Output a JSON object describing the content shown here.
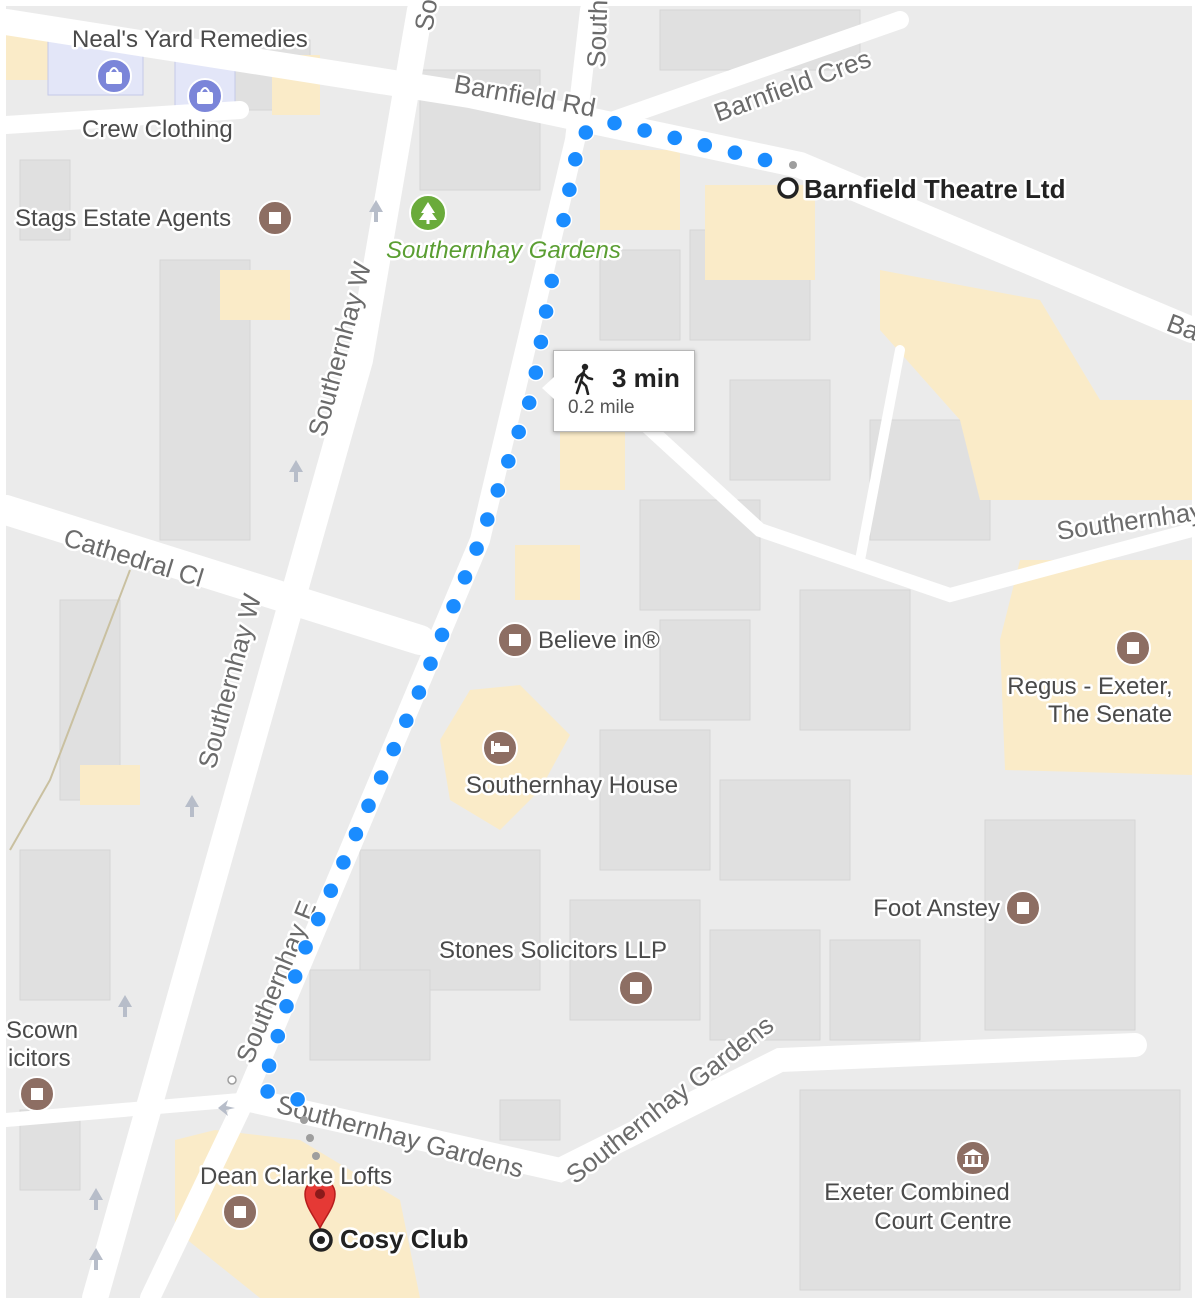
{
  "map": {
    "colors": {
      "background": "#ebebeb",
      "road": "#ffffff",
      "building": "#e0e0e0",
      "highlight_building": "#faebc8",
      "route": "#1a8cff",
      "poi_icon": "#8d6e63",
      "shopping_icon": "#7b85d9",
      "park_icon": "#6aab3b",
      "destination_pin": "#e53935"
    },
    "roads": {
      "barnfield_rd": "Barnfield Rd",
      "barnfield_cres": "Barnfield Cres",
      "southernhay_w_top": "Southernhay W",
      "southernhay_w_bottom": "Southernhay W",
      "cathedral_cl": "Cathedral Cl",
      "southernhay_e": "Southernhay E",
      "southernhay_gardens_road": "Southernhay Gardens",
      "southernhay_road_right": "Southernhay",
      "southernhay_gardens_diag": "Southernhay Gardens",
      "south_top": "South",
      "so_top": "So",
      "ba_right": "Ba"
    },
    "places": {
      "neals_yard": "Neal's Yard Remedies",
      "crew_clothing": "Crew Clothing",
      "stags": "Stags Estate Agents",
      "southernhay_gardens_park": "Southernhay Gardens",
      "barnfield_theatre": "Barnfield Theatre Ltd",
      "believe_in": "Believe in®",
      "southernhay_house": "Southernhay House",
      "regus_line1": "Regus - Exeter,",
      "regus_line2": "The Senate",
      "foot_anstey": "Foot Anstey",
      "stones": "Stones Solicitors LLP",
      "scown_line1": "Scown",
      "scown_line2": "icitors",
      "dean_clarke": "Dean Clarke Lofts",
      "cosy_club": "Cosy Club",
      "court_line1": "Exeter Combined",
      "court_line2": "Court Centre"
    },
    "route": {
      "duration": "3 min",
      "distance": "0.2 mile",
      "mode_icon": "walking-person-icon"
    }
  }
}
